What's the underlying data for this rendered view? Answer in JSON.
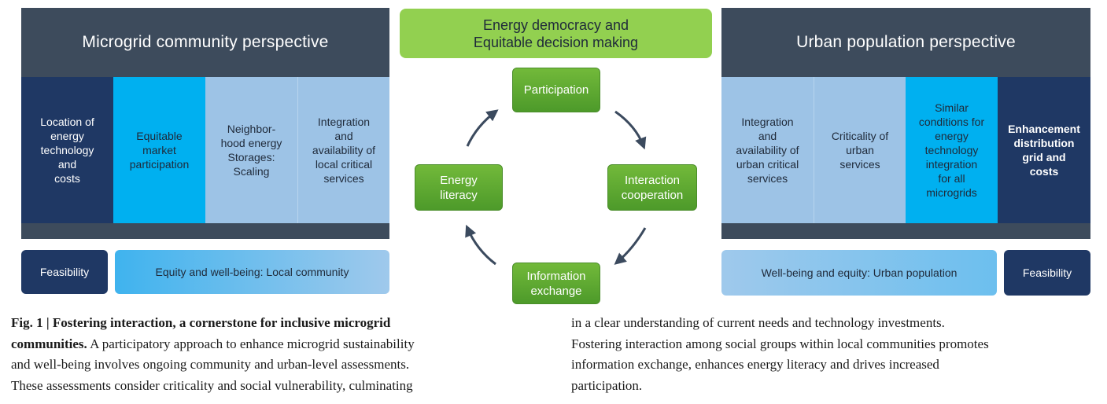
{
  "left_panel": {
    "title": "Microgrid community perspective",
    "columns": [
      [
        "Location of",
        "energy",
        "technology",
        "and",
        "costs"
      ],
      [
        "Equitable",
        "market",
        "participation"
      ],
      [
        "Neighbor-",
        "hood energy",
        "Storages:",
        "Scaling"
      ],
      [
        "Integration",
        "and",
        "availability of",
        "local critical",
        "services"
      ]
    ],
    "feasibility": "Feasibility",
    "equity": "Equity and well-being: Local community"
  },
  "center": {
    "header": [
      "Energy democracy and",
      "Equitable decision making"
    ],
    "nodes": {
      "participation": [
        "Participation"
      ],
      "interaction": [
        "Interaction",
        "cooperation"
      ],
      "information": [
        "Information",
        "exchange"
      ],
      "literacy": [
        "Energy",
        "literacy"
      ]
    }
  },
  "right_panel": {
    "title": "Urban population perspective",
    "columns": [
      [
        "Integration",
        "and",
        "availability of",
        "urban critical",
        "services"
      ],
      [
        "Criticality of",
        "urban",
        "services"
      ],
      [
        "Similar",
        "conditions for",
        "energy",
        "technology",
        "integration",
        "for all",
        "microgrids"
      ],
      [
        "Enhancement",
        "distribution",
        "grid and",
        "costs"
      ]
    ],
    "wellbeing": "Well-being and equity: Urban population",
    "feasibility": "Feasibility"
  },
  "caption": {
    "left_lines": [
      {
        "bold": "Fig. 1 | Fostering interaction, a cornerstone for inclusive microgrid",
        "text": ""
      },
      {
        "bold": "communities.",
        "text": " A participatory approach to enhance microgrid sustainability"
      },
      {
        "bold": "",
        "text": "and well-being involves ongoing community and urban-level assessments."
      },
      {
        "bold": "",
        "text": "These assessments consider criticality and social vulnerability, culminating"
      }
    ],
    "right_lines": [
      "in a clear understanding of current needs and technology investments.",
      "Fostering interaction among social groups within local communities promotes",
      "information exchange, enhances energy literacy and drives increased",
      "participation."
    ]
  },
  "colors": {
    "panel": "#3d4b5c",
    "navy": "#1f3864",
    "cyan": "#00b0f0",
    "light_blue": "#9dc3e6",
    "green_header": "#92d050",
    "green_node": "#5aa532",
    "arrow": "#3b4a5e"
  }
}
